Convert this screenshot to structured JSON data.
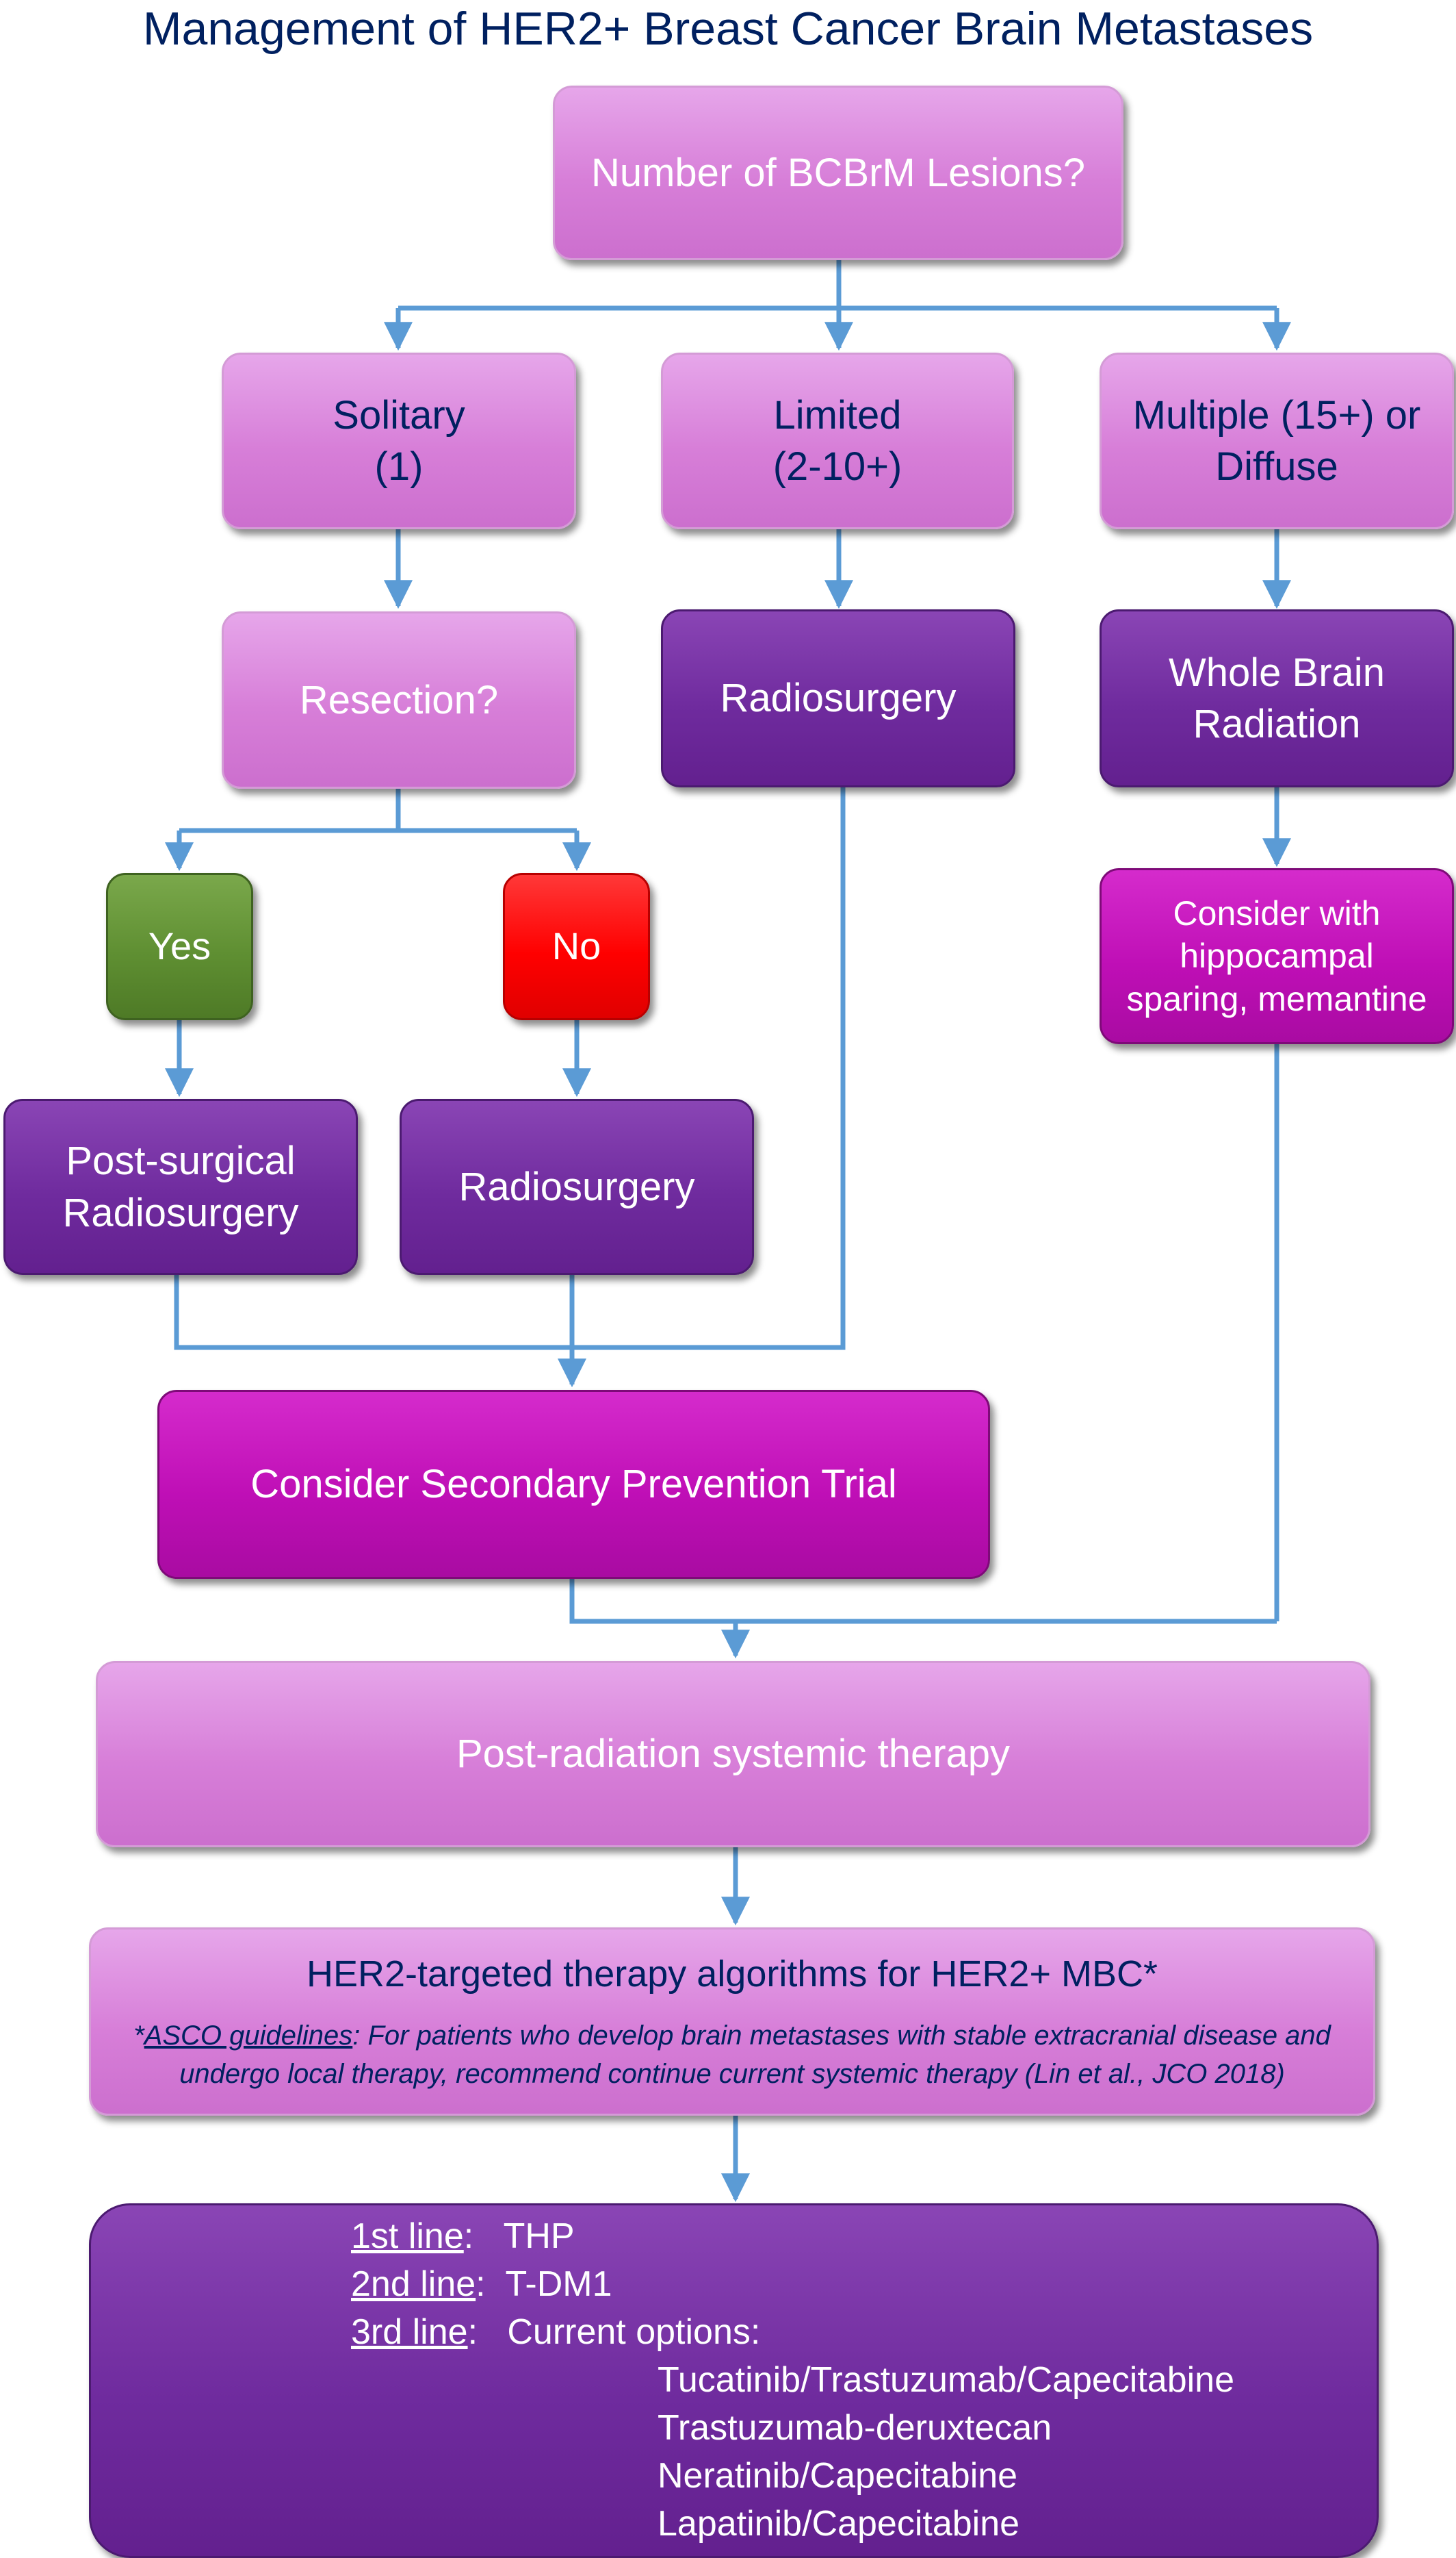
{
  "title": "Management of HER2+ Breast Cancer Brain Metastases",
  "nodes": {
    "lesions": "Number of BCBrM Lesions?",
    "solitary": "Solitary\n(1)",
    "limited": "Limited\n(2-10+)",
    "multiple": "Multiple (15+) or\nDiffuse",
    "resection": "Resection?",
    "radiosurgery_limited": "Radiosurgery",
    "whole_brain": "Whole Brain\nRadiation",
    "yes": "Yes",
    "no": "No",
    "hippocampal": "Consider with\nhippocampal\nsparing, memantine",
    "post_surgical": "Post-surgical\nRadiosurgery",
    "radiosurgery_no": "Radiosurgery",
    "secondary_prevention": "Consider Secondary Prevention Trial",
    "post_radiation": "Post-radiation systemic therapy",
    "her2_title": "HER2-targeted therapy algorithms for HER2+ MBC*",
    "her2_note_star": "*",
    "her2_note_link": "ASCO guidelines",
    "her2_note_text": ": For patients who develop brain metastases with stable extracranial disease and undergo local therapy, recommend continue current systemic therapy (Lin et al., JCO 2018)"
  },
  "lines": {
    "first_label": "1st line",
    "first_value": "THP",
    "second_label": "2nd line",
    "second_value": "T-DM1",
    "third_label": "3rd line",
    "third_value": "Current options:",
    "options": [
      "Tucatinib/Trastuzumab/Capecitabine",
      "Trastuzumab-deruxtecan",
      "Neratinib/Capecitabine",
      "Lapatinib/Capecitabine"
    ]
  },
  "colors": {
    "connector": "#5b9bd5",
    "title": "#002060",
    "light_box": "#d77ed8",
    "dark_box": "#6f2b9e",
    "magenta_box": "#bf0fb6",
    "yes_box": "#5f8f32",
    "no_box": "#ff0000"
  }
}
